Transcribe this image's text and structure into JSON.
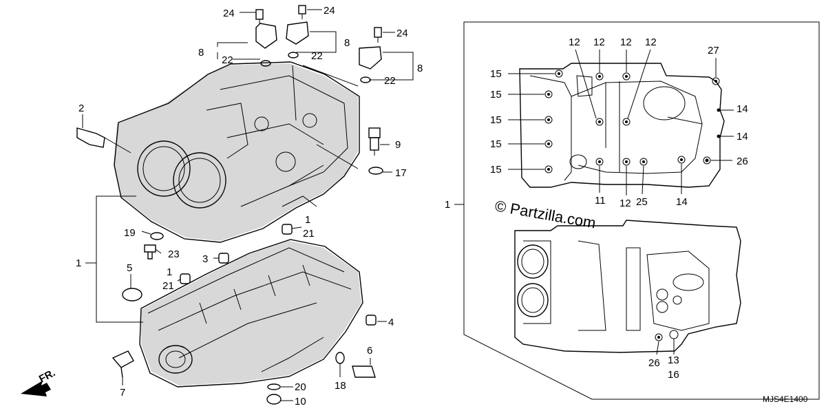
{
  "watermark": "© Partzilla.com",
  "diagram_code": "MJS4E1400",
  "direction_label": "FR.",
  "callouts": {
    "c2": "2",
    "c24a": "24",
    "c24b": "24",
    "c24c": "24",
    "c8a": "8",
    "c8b": "8",
    "c8c": "8",
    "c22a": "22",
    "c22b": "22",
    "c22c": "22",
    "c9": "9",
    "c17": "17",
    "c1_left": "1",
    "c1a": "1",
    "c21a": "21",
    "c19": "19",
    "c23": "23",
    "c3": "3",
    "c1b": "1",
    "c21b": "21",
    "c5": "5",
    "c4": "4",
    "c6": "6",
    "c7": "7",
    "c18": "18",
    "c20": "20",
    "c10": "10",
    "c1_right": "1",
    "c12a": "12",
    "c12b": "12",
    "c12c": "12",
    "c12d": "12",
    "c12e": "12",
    "c15a": "15",
    "c15b": "15",
    "c15c": "15",
    "c15d": "15",
    "c15e": "15",
    "c27": "27",
    "c14a": "14",
    "c14b": "14",
    "c14c": "14",
    "c26a": "26",
    "c26b": "26",
    "c11": "11",
    "c25": "25",
    "c13": "13",
    "c16": "16"
  }
}
